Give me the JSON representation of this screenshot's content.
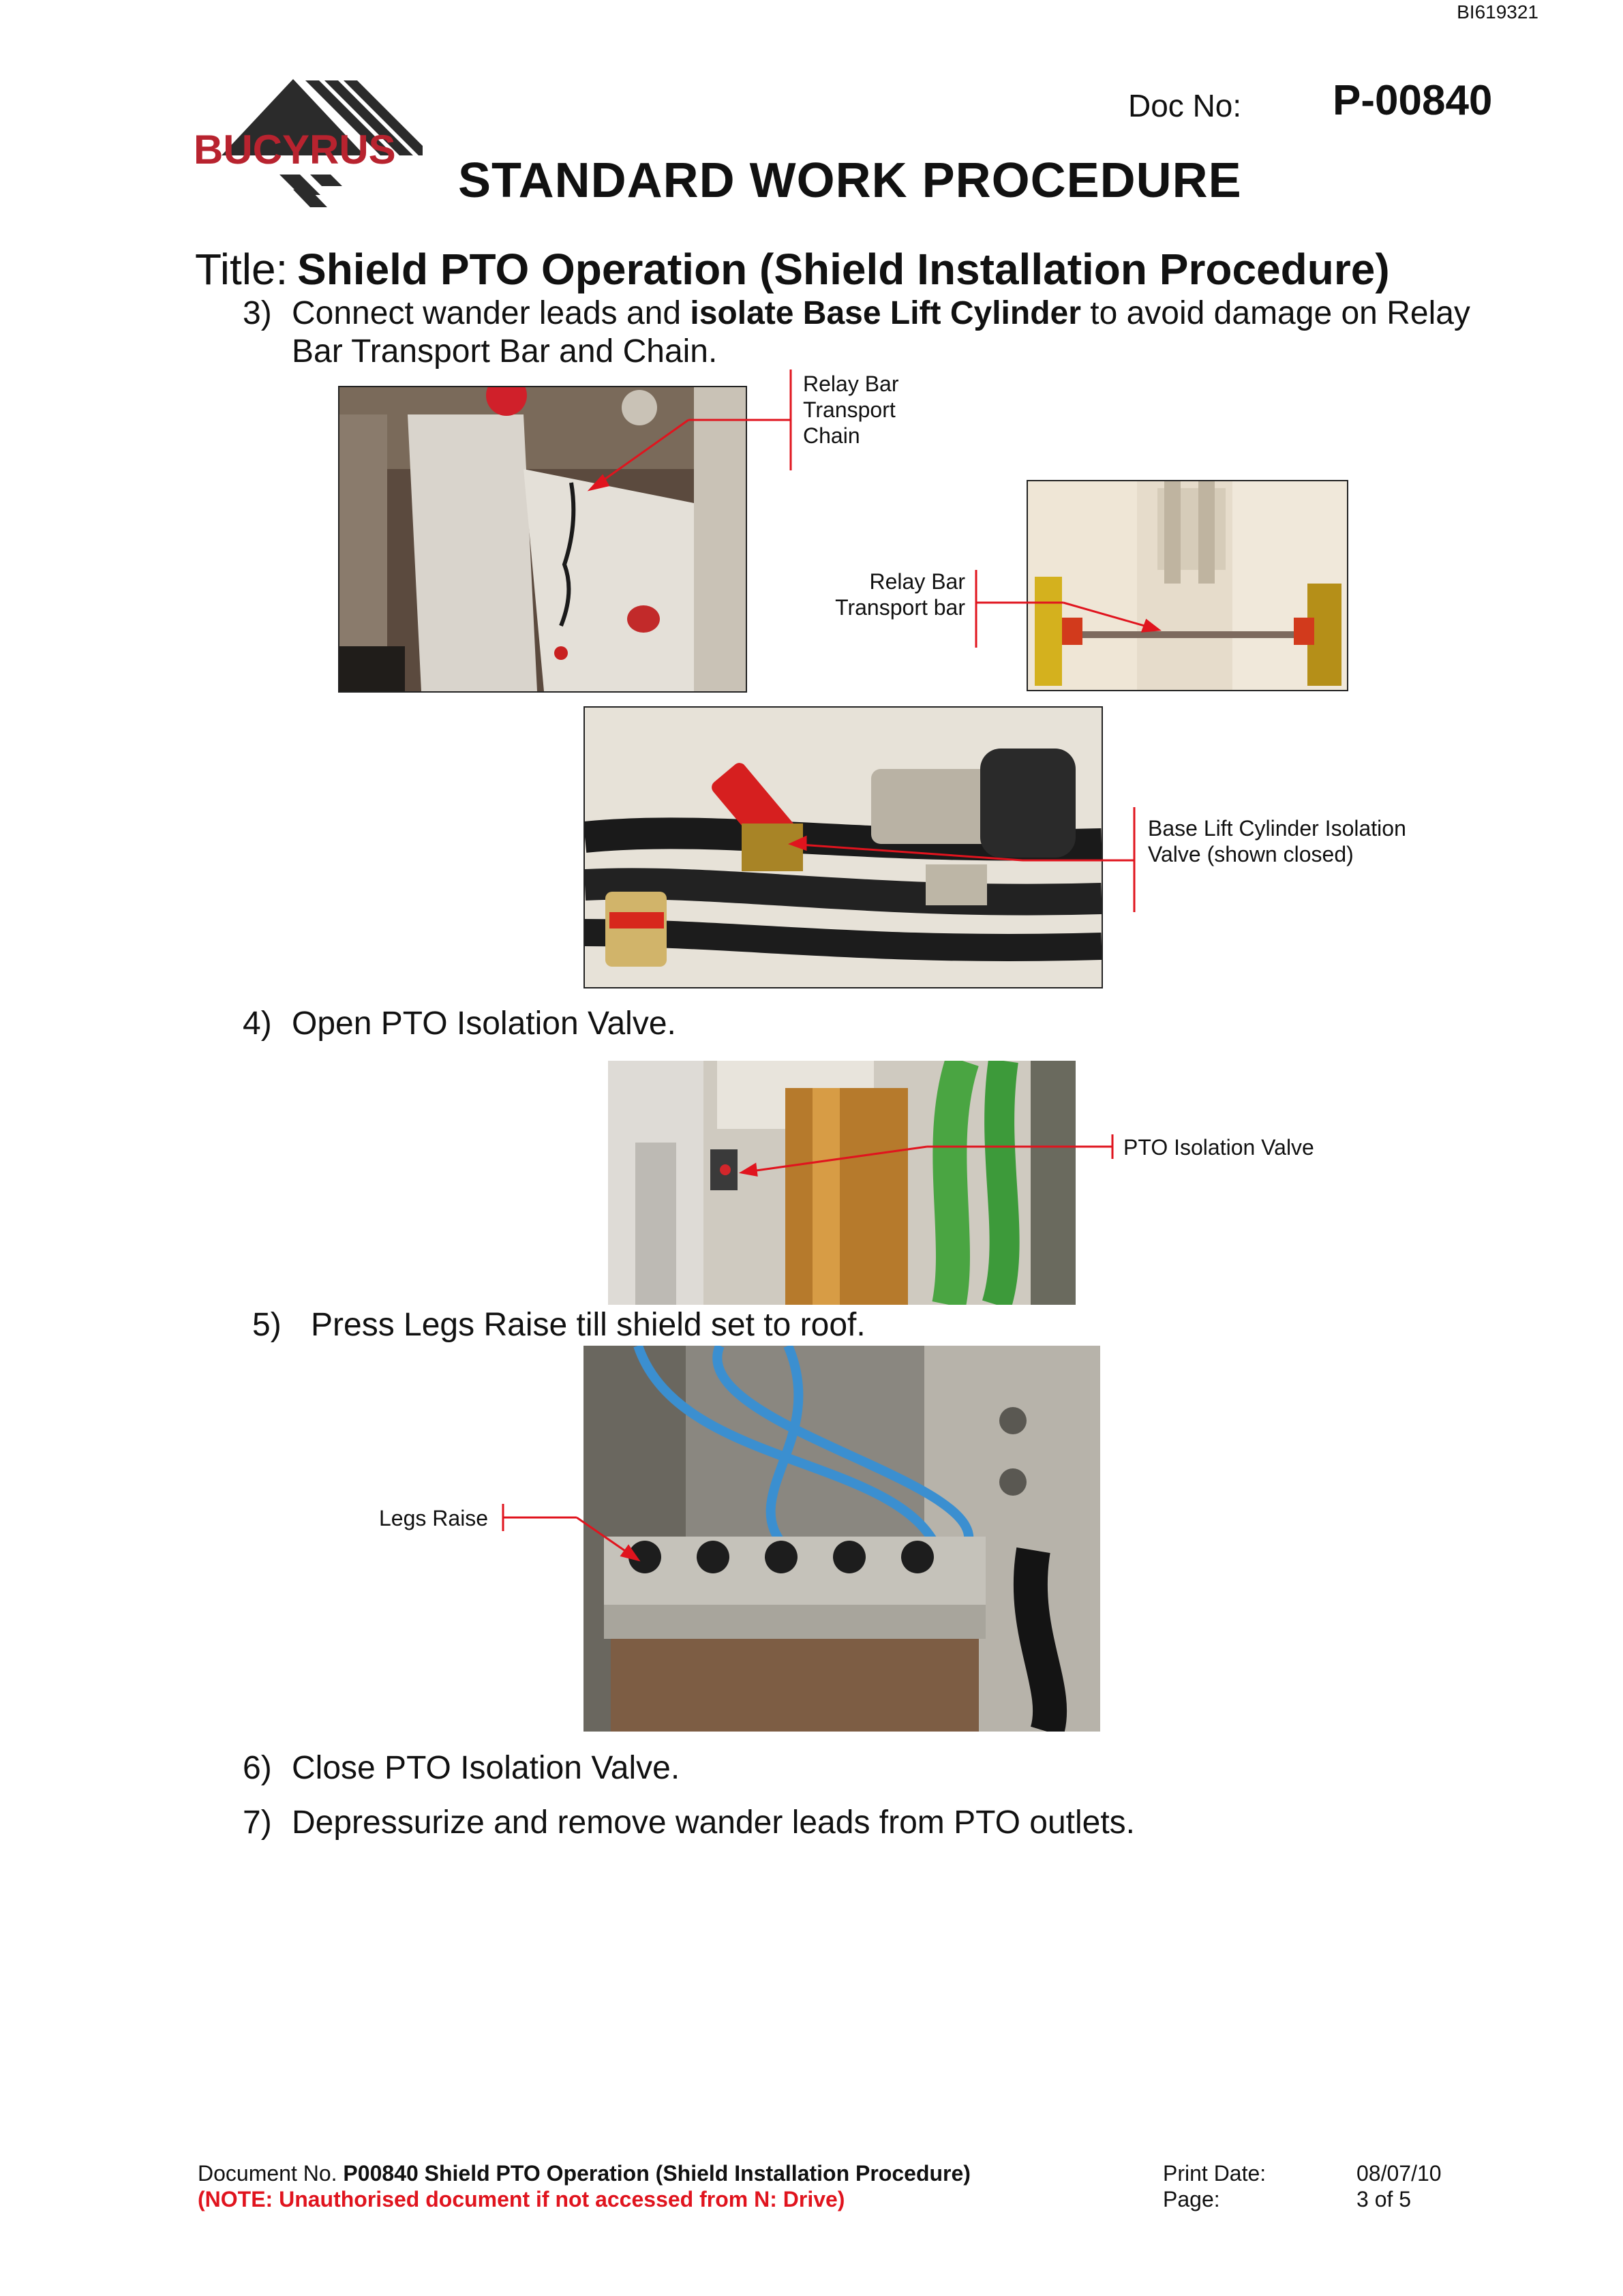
{
  "header": {
    "ref_id": "BI619321",
    "logo_text": "BUCYRUS",
    "doc_no_label": "Doc No:",
    "doc_no_value": "P-00840",
    "main_title": "STANDARD WORK PROCEDURE",
    "title_label": "Title:",
    "title_value": "Shield PTO Operation (Shield Installation Procedure)"
  },
  "steps": [
    {
      "num": "3)",
      "text_a": "Connect wander leads and ",
      "text_b": "isolate Base Lift Cylinder",
      "text_c": " to avoid damage on Relay",
      "text_line2": "Bar Transport Bar and Chain."
    },
    {
      "num": "4)",
      "text": "Open PTO Isolation Valve."
    },
    {
      "num": "5)",
      "text": "Press Legs Raise till shield set to roof."
    },
    {
      "num": "6)",
      "text": "Close PTO Isolation Valve."
    },
    {
      "num": "7)",
      "text": "Depressurize and remove wander leads from PTO outlets."
    }
  ],
  "callouts": {
    "relay_chain": [
      "Relay Bar",
      "Transport",
      "Chain"
    ],
    "relay_bar": [
      "Relay Bar",
      "Transport bar"
    ],
    "base_lift": [
      "Base Lift Cylinder Isolation",
      "Valve (shown closed)"
    ],
    "pto_valve": "PTO Isolation Valve",
    "legs_raise": "Legs Raise"
  },
  "footer": {
    "doc_prefix": "Document No. ",
    "doc_bold": "P00840 Shield PTO Operation (Shield Installation Procedure)",
    "note": "(NOTE: Unauthorised document if not accessed from N: Drive)",
    "print_date_label": "Print Date:",
    "print_date_value": "08/07/10",
    "page_label": "Page:",
    "page_value": "3 of 5"
  },
  "colors": {
    "accent_red": "#e0141e",
    "logo_red": "#b8232f",
    "logo_dark": "#2b2b2b"
  }
}
